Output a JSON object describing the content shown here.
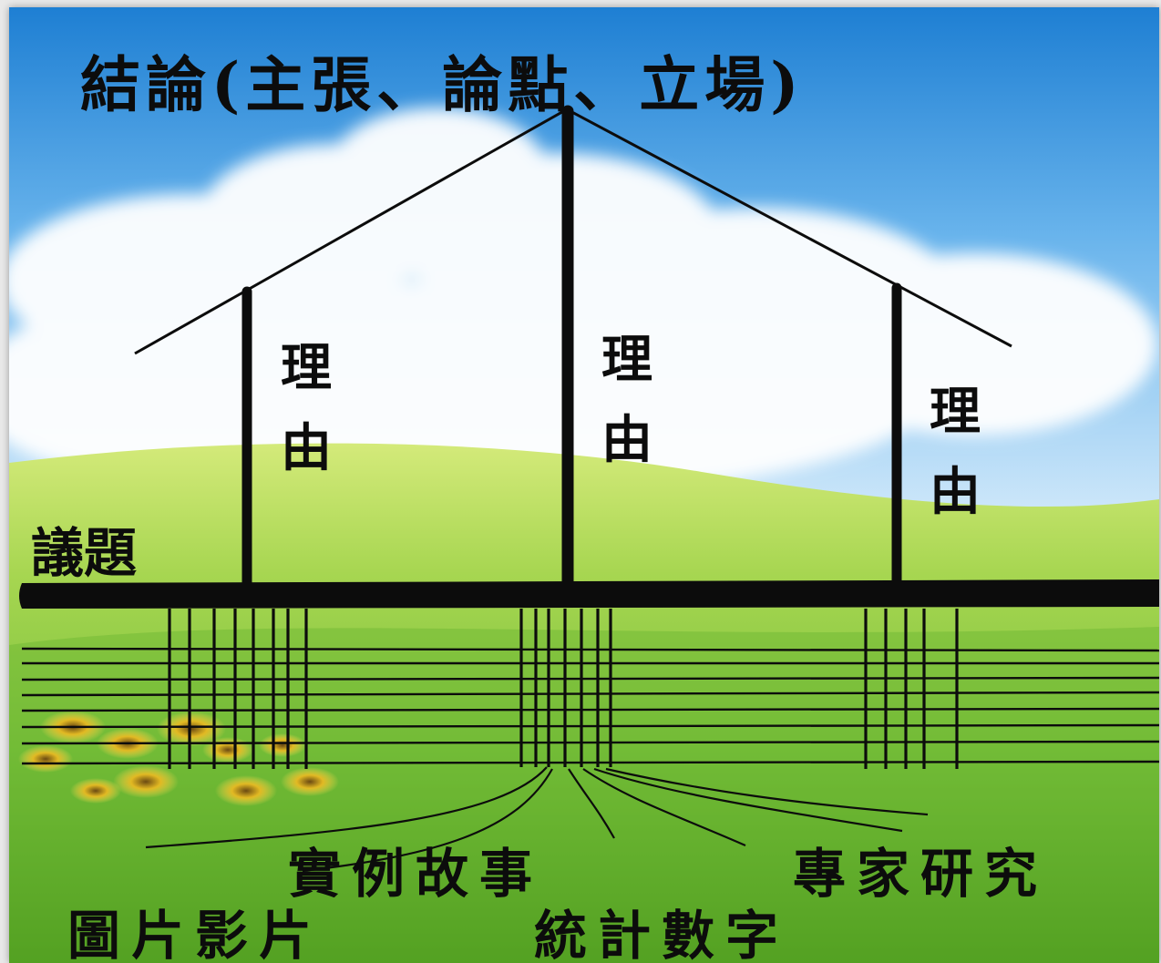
{
  "diagram": {
    "title": "結論(主張、論點、立場)",
    "reasons": [
      "理由",
      "理由",
      "理由"
    ],
    "issue": "議題",
    "evidence": {
      "cases": "實例故事",
      "experts": "專家研究",
      "images": "圖片影片",
      "stats": "統計數字"
    }
  },
  "colors": {
    "sky_top": "#1e7fd3",
    "sky_light": "#cfe8fa",
    "cloud": "#ffffff",
    "field_far": "#d4ea7a",
    "field": "#7cc23c",
    "field_dark": "#4e9a1e",
    "ink": "#0c0c0c"
  }
}
